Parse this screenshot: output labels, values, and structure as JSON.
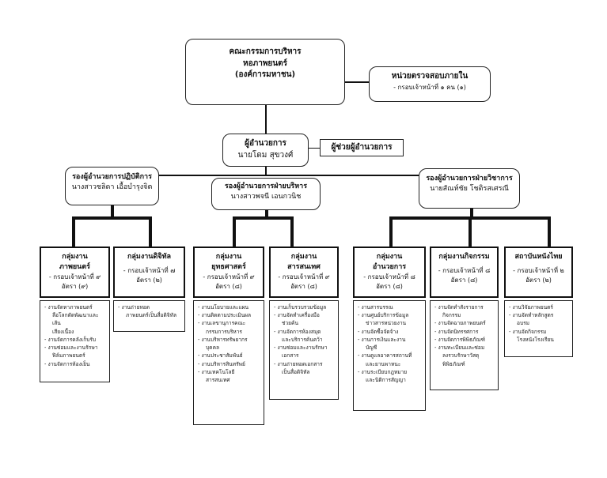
{
  "board": {
    "line1": "คณะกรรมการบริหาร",
    "line2": "หอภาพยนตร์",
    "line3": "(องค์การมหาชน)"
  },
  "audit": {
    "title": "หน่วยตรวจสอบภายใน",
    "detail": "- กรอบเจ้าหน้าที่ ๑ คน (๑)"
  },
  "director": {
    "title": "ผู้อำนวยการ",
    "name": "นายโดม สุขวงศ์"
  },
  "assistant": {
    "title": "ผู้ช่วยผู้อำนวยการ"
  },
  "deputies": [
    {
      "title": "รองผู้อำนวยการปฏิบัติการ",
      "name": "นางสาวชลิดา เอื้อบำรุงจิต"
    },
    {
      "title": "รองผู้อำนวยการฝ่ายบริหาร",
      "name": "นางสาวพจนี เอนกวนิช"
    },
    {
      "title": "รองผู้อำนวยการฝ่ายวิชาการ",
      "name": "นายสัณห์ชัย โชติรสเศรณี"
    }
  ],
  "groups": [
    {
      "title1": "กลุ่มงาน",
      "title2": "ภาพยนตร์",
      "quota": "- กรอบเจ้าหน้าที่ ๙",
      "rate": "อัตรา (๙)",
      "items": [
        "- งานจัดหาภาพยนตร์",
        "ลือโลกดัดพัฒนาและเส้น",
        "เสียงเนื้อง",
        "- งานจัดการคลังเก็บรับ",
        "- งานซ่อมและงานรักษา",
        "ฟิล์มภาพยนตร์",
        "- งานจัดการห้องเย็น"
      ]
    },
    {
      "title1": "กลุ่มงานดิจิทัล",
      "title2": "",
      "quota": "- กรอบเจ้าหน้าที่ ๗",
      "rate": "อัตรา (๒)",
      "items": [
        "- งานถ่ายทอด",
        "ภาพยนตร์เป็นสื่อดิจิทัล"
      ]
    },
    {
      "title1": "กลุ่มงาน",
      "title2": "ยุทธศาสตร์",
      "quota": "- กรอบเจ้าหน้าที่ ๙",
      "rate": "อัตรา (๘)",
      "items": [
        "- งานนโยบายและแผน",
        "- งานติดตามประเมินผล",
        "- งานเลขานุการคณะ",
        "กรรมการบริหาร",
        "- งานบริหารทรัพยากร",
        "บุคคล",
        "- งานประชาสัมพันธ์",
        "- งานบริหารสินทรัพย์",
        "- งานเทคโนโลยี",
        "สารสนเทศ"
      ]
    },
    {
      "title1": "กลุ่มงาน",
      "title2": "สารสนเทศ",
      "quota": "- กรอบเจ้าหน้าที่ ๙",
      "rate": "อัตรา (๘)",
      "items": [
        "- งานเก็บรวบรวมข้อมูล",
        "- งานจัดทำเครื่องมือ",
        "ช่วยค้น",
        "- งานจัดการห้องสมุด",
        "และบริการค้นคว้า",
        "- งานซ่อมและงานรักษา",
        "เอกสาร",
        "- งานถ่ายทอดเอกสาร",
        "เป็นสื่อดิจิทัล"
      ]
    },
    {
      "title1": "กลุ่มงาน",
      "title2": "อำนวยการ",
      "quota": "- กรอบเจ้าหน้าที่ ๘",
      "rate": "อัตรา (๘)",
      "items": [
        "- งานสารบรรณ",
        "- งานศูนย์บริการข้อมูล",
        "ข่าวสารหน่วยงาน",
        "- งานจัดซื้อจัดจ้าง",
        "- งานการเงินและงาน",
        "บัญชี",
        "- งานดูแลอาคารสถานที่",
        "และยานพาหนะ",
        "- งานระเบียบกฎหมาย",
        "และนิติการสัญญา"
      ]
    },
    {
      "title1": "กลุ่มงานกิจกรรม",
      "title2": "",
      "quota": "- กรอบเจ้าหน้าที่ ๘",
      "rate": "อัตรา (๘)",
      "items": [
        "- งานจัดทำสังรายการ",
        "กิจกรรม",
        "- งานจัดฉายภาพยนตร์",
        "- งานจัดนิทรรศการ",
        "- งานจัดการพิพิธภัณฑ์",
        "- งานทะเบียนและซ่อม",
        "ลงรวบรักษาวัสดุ",
        "พิพิธภัณฑ์"
      ]
    },
    {
      "title1": "สถาบันหนังไทย",
      "title2": "",
      "quota": "- กรอบเจ้าหน้าที่ ๒",
      "rate": "อัตรา (๒)",
      "items": [
        "- งานวิจัยภาพยนตร์",
        "- งานจัดทำหลักสูตร",
        "อบรม",
        "- งานจัดกิจกรรม",
        "โรงหนังโรงเรียน"
      ]
    }
  ]
}
